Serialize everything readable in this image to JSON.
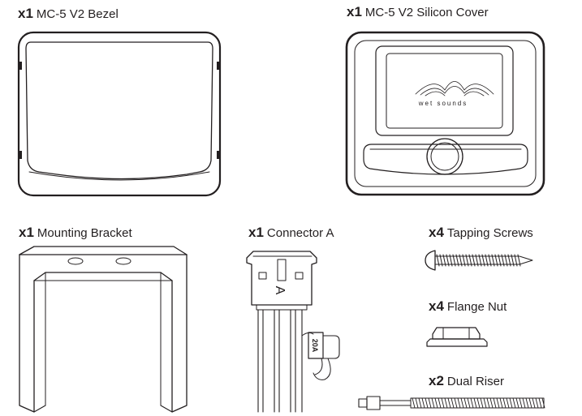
{
  "parts": [
    {
      "qty": "x1",
      "name": "MC-5 V2 Bezel"
    },
    {
      "qty": "x1",
      "name": "MC-5 V2 Silicon Cover"
    },
    {
      "qty": "x1",
      "name": "Mounting Bracket"
    },
    {
      "qty": "x1",
      "name": "Connector A"
    },
    {
      "qty": "x4",
      "name": "Tapping Screws"
    },
    {
      "qty": "x4",
      "name": "Flange Nut"
    },
    {
      "qty": "x2",
      "name": "Dual Riser"
    }
  ],
  "connector_letter": "A",
  "fuse_rating": "20A",
  "logo_text": "wet sounds"
}
